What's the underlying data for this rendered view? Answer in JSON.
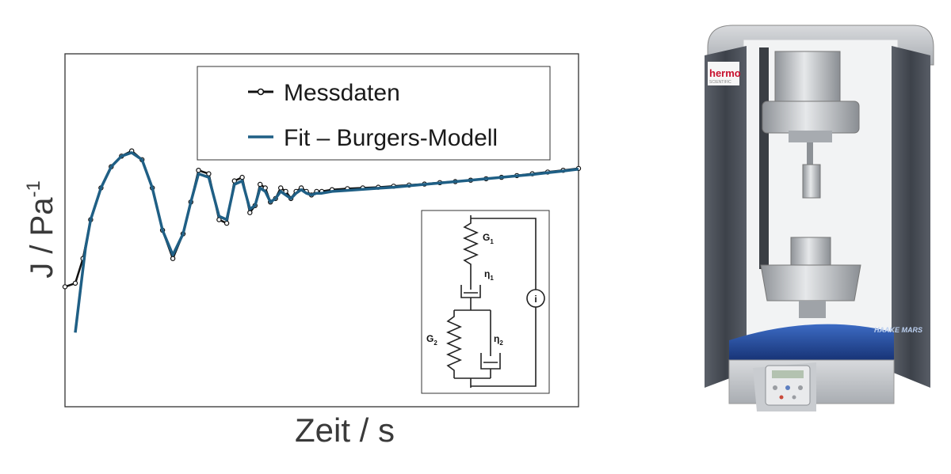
{
  "chart_data": {
    "type": "line",
    "xlabel": "Zeit / s",
    "ylabel": "J / Pa",
    "ylabel_superscript": "-1",
    "grid": false,
    "legend_placement": "top-right",
    "x_ticks_shown": false,
    "y_ticks_shown": false,
    "xlim": [
      0,
      100
    ],
    "ylim": [
      0,
      100
    ],
    "series": [
      {
        "name": "Messdaten",
        "color": "#111111",
        "marker": "circle",
        "x": [
          0,
          2,
          3.5,
          5,
          7,
          9,
          11,
          13,
          15,
          17,
          19,
          21,
          23,
          24.5,
          26,
          28,
          30,
          31.5,
          33,
          34.5,
          36,
          37,
          38,
          39,
          40,
          41,
          42,
          43,
          44,
          45,
          46,
          47,
          48,
          49,
          50,
          52,
          55,
          58,
          61,
          64,
          67,
          70,
          73,
          76,
          79,
          82,
          85,
          88,
          91,
          94,
          97,
          100
        ],
        "y": [
          34,
          35,
          42,
          53,
          62,
          68,
          71,
          72.5,
          70,
          62,
          50,
          42,
          49,
          58,
          67,
          66,
          53,
          52,
          64,
          65,
          55,
          57,
          63,
          62,
          58,
          59,
          62,
          61,
          59,
          61,
          62,
          61,
          60,
          61,
          61,
          61.5,
          61.8,
          62,
          62.2,
          62.5,
          62.8,
          63.1,
          63.5,
          63.8,
          64.2,
          64.6,
          65,
          65.5,
          66,
          66.5,
          67,
          67.5
        ]
      },
      {
        "name": "Fit – Burgers-Modell",
        "color": "#1f5f85",
        "marker": "none",
        "x": [
          2,
          3,
          4,
          5,
          7,
          9,
          11,
          13,
          15,
          17,
          19,
          21,
          23,
          24.5,
          26,
          28,
          30,
          31.5,
          33,
          34.5,
          36,
          37,
          38,
          39,
          40,
          41,
          42,
          43,
          44,
          45,
          46,
          47,
          48,
          49,
          50,
          52,
          55,
          58,
          61,
          64,
          67,
          70,
          73,
          76,
          79,
          82,
          85,
          88,
          91,
          94,
          97,
          100
        ],
        "y": [
          21,
          33,
          45,
          53,
          62,
          68,
          71,
          72,
          70,
          62,
          50,
          43,
          49,
          58,
          66,
          65,
          54,
          53,
          63,
          64,
          56,
          57,
          62,
          61,
          58,
          59,
          61,
          60,
          59,
          60.5,
          61.5,
          60.5,
          60,
          60.5,
          60.5,
          61,
          61.3,
          61.6,
          61.9,
          62.2,
          62.6,
          63,
          63.4,
          63.8,
          64.2,
          64.6,
          65,
          65.4,
          65.8,
          66.3,
          66.8,
          67.3
        ]
      }
    ],
    "inset_labels": [
      "G1",
      "η1",
      "G2",
      "η2",
      "i"
    ]
  },
  "legend": {
    "item1": "Messdaten",
    "item2": "Fit – Burgers-Modell"
  },
  "inset": {
    "g1_main": "G",
    "g1_sub": "1",
    "eta1_main": "η",
    "eta1_sub": "1",
    "g2_main": "G",
    "g2_sub": "2",
    "eta2_main": "η",
    "eta2_sub": "2",
    "source_symbol": "i"
  },
  "device": {
    "brand_top": "hermo",
    "brand_bottom": "SCIENTIFIC",
    "model_prefix": "HAAKE",
    "model_name": "MARS",
    "colors": {
      "frame": "#b9bcc0",
      "column": "#4a4f57",
      "brand_red": "#c8102e",
      "base_blue": "#1e3e8a"
    }
  }
}
